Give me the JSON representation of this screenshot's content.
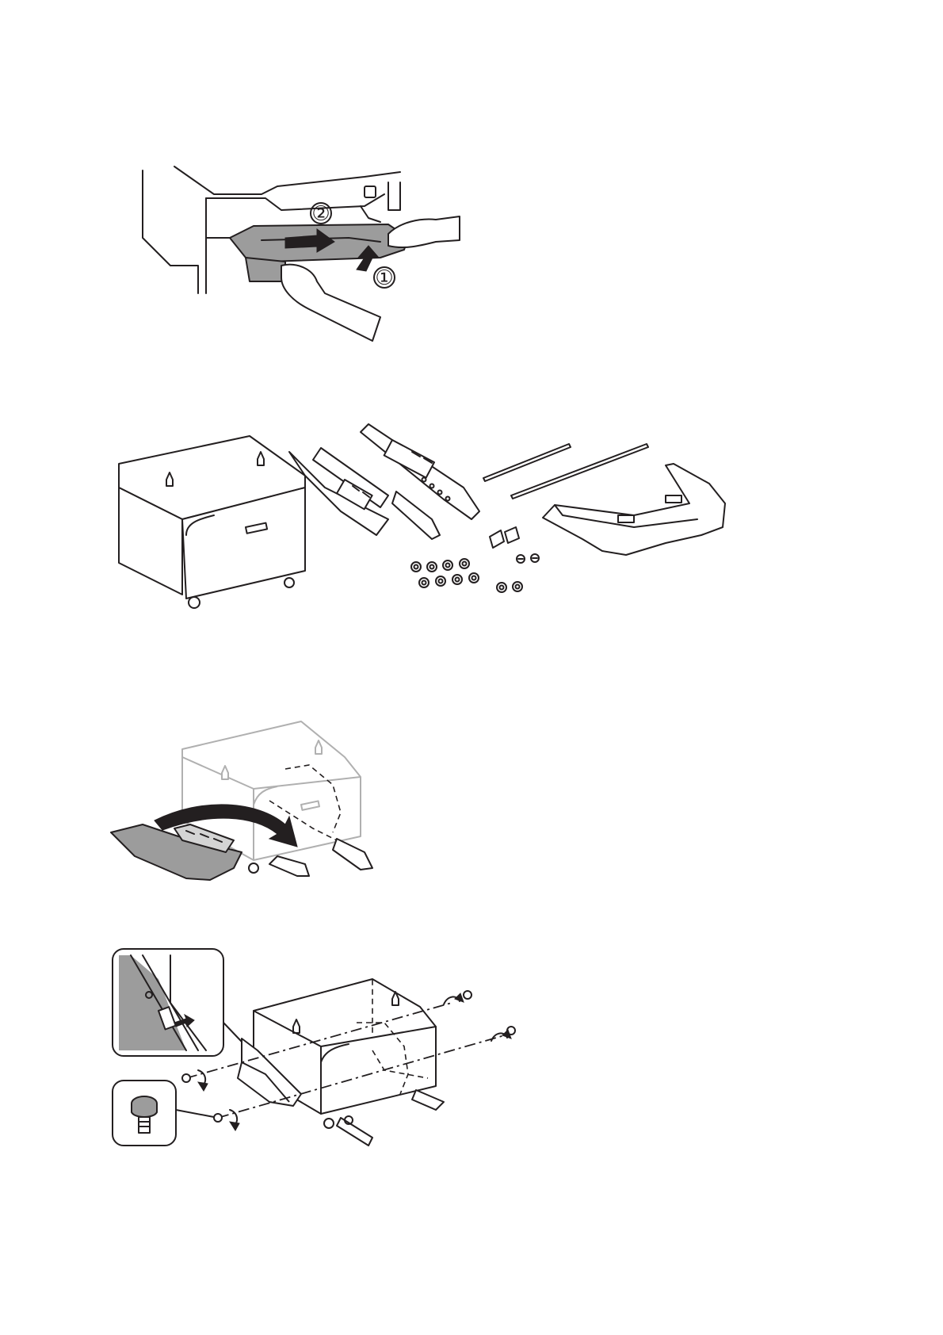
{
  "figures": [
    {
      "id": "fig-remove-output-tray",
      "step_markers": [
        "①",
        "②"
      ]
    },
    {
      "id": "fig-cabinet-parts"
    },
    {
      "id": "fig-insert-stabilizer"
    },
    {
      "id": "fig-secure-stabilizer"
    }
  ],
  "colors": {
    "line": "#231f20",
    "part_fill": "#9c9c9c",
    "ghost_line": "#b0b0b0",
    "background": "#ffffff"
  }
}
